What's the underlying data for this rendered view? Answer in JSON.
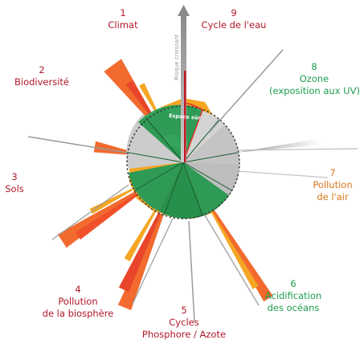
{
  "boundaries": [
    {
      "id": "climat",
      "number": "1",
      "lines": [
        "Climat"
      ],
      "color": "#b0182a"
    },
    {
      "id": "biodiversite",
      "number": "2",
      "lines": [
        "Biodiversité"
      ],
      "color": "#b0182a"
    },
    {
      "id": "sols",
      "number": "3",
      "lines": [
        "Sols"
      ],
      "color": "#b0182a"
    },
    {
      "id": "pollution-biosphere",
      "number": "4",
      "lines": [
        "Pollution",
        "de la biosphère"
      ],
      "color": "#b0182a"
    },
    {
      "id": "cycles-phosphore-azote",
      "number": "5",
      "lines": [
        "Cycles",
        "Phosphore / Azote"
      ],
      "color": "#b0182a"
    },
    {
      "id": "acidification",
      "number": "6",
      "lines": [
        "Acidification",
        "des océans"
      ],
      "color": "#1f9d4f"
    },
    {
      "id": "pollution-air",
      "number": "7",
      "lines": [
        "Pollution",
        "de l'air"
      ],
      "color": "#d9771e"
    },
    {
      "id": "ozone",
      "number": "8",
      "lines": [
        "Ozone",
        "(exposition aux UV)"
      ],
      "color": "#1f9d4f"
    },
    {
      "id": "cycle-eau",
      "number": "9",
      "lines": [
        "Cycle de l'eau"
      ],
      "color": "#b0182a"
    }
  ],
  "safe_space_label": "Espace sûr",
  "risk_axis_label": "Risque croissant",
  "colors": {
    "safe": "#2e9a55",
    "safe_dark": "#1d7a3f",
    "unknown": "#c9c9c9",
    "zone_orange": "#f5a623",
    "overshoot": "#f26a2e",
    "border_red": "#e02a2a"
  }
}
